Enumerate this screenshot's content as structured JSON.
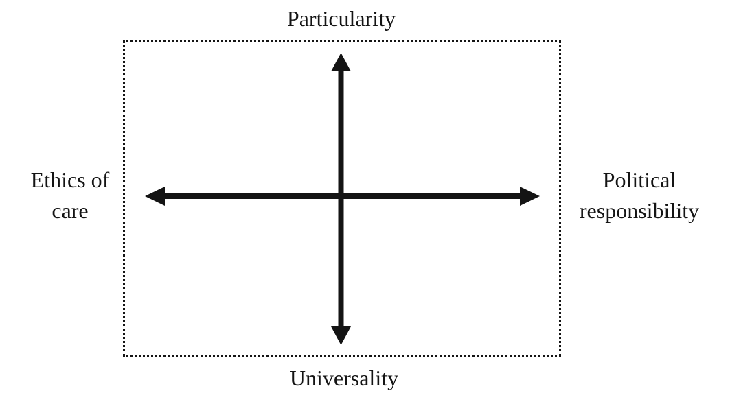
{
  "diagram": {
    "labels": {
      "top": "Particularity",
      "bottom": "Universality",
      "left_line1": "Ethics of",
      "left_line2": "care",
      "right_line1": "Political",
      "right_line2": "responsibility"
    },
    "colors": {
      "ink": "#141414",
      "background": "#ffffff"
    }
  }
}
